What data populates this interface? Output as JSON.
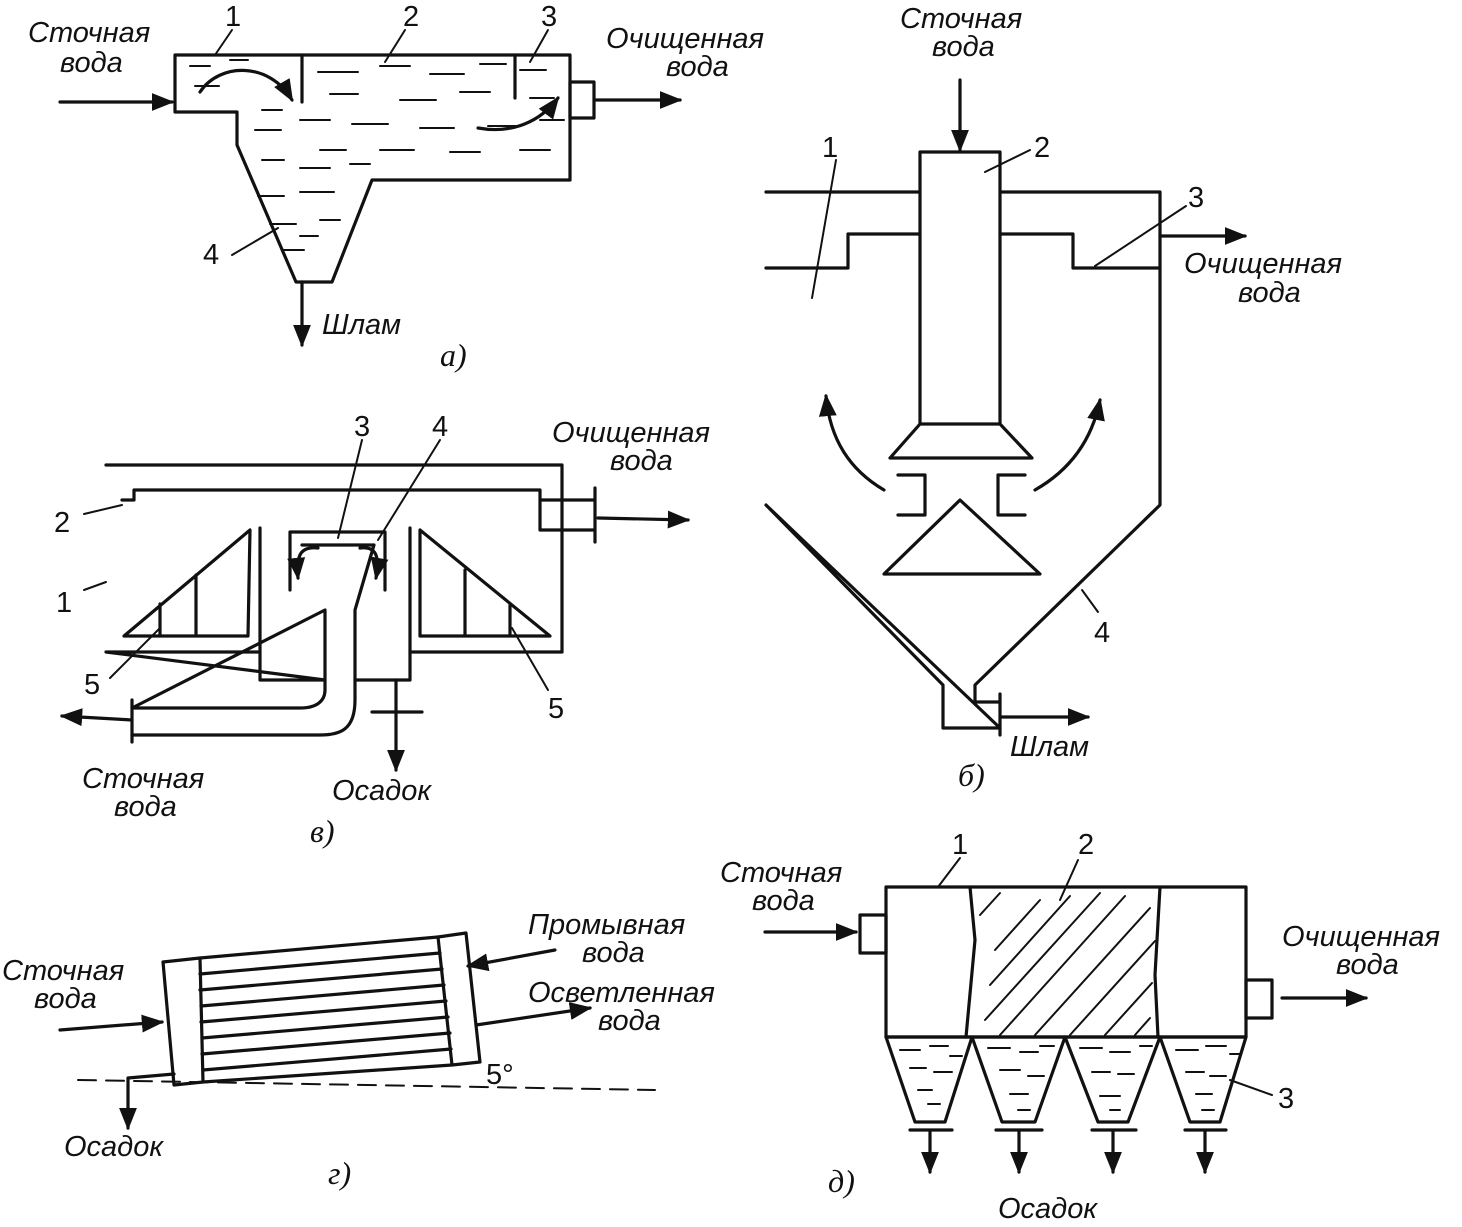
{
  "labels": {
    "waste_water": "Сточная",
    "water": "вода",
    "cleaned": "Очищенная",
    "sludge": "Шлам",
    "sediment": "Осадок",
    "wash": "Промывная",
    "clarified": "Осветленная",
    "angle": "5°"
  },
  "numbers": {
    "n1": "1",
    "n2": "2",
    "n3": "3",
    "n4": "4",
    "n5": "5"
  },
  "captions": {
    "a": "а)",
    "b": "б)",
    "v": "в)",
    "g": "г)",
    "d": "д)"
  }
}
